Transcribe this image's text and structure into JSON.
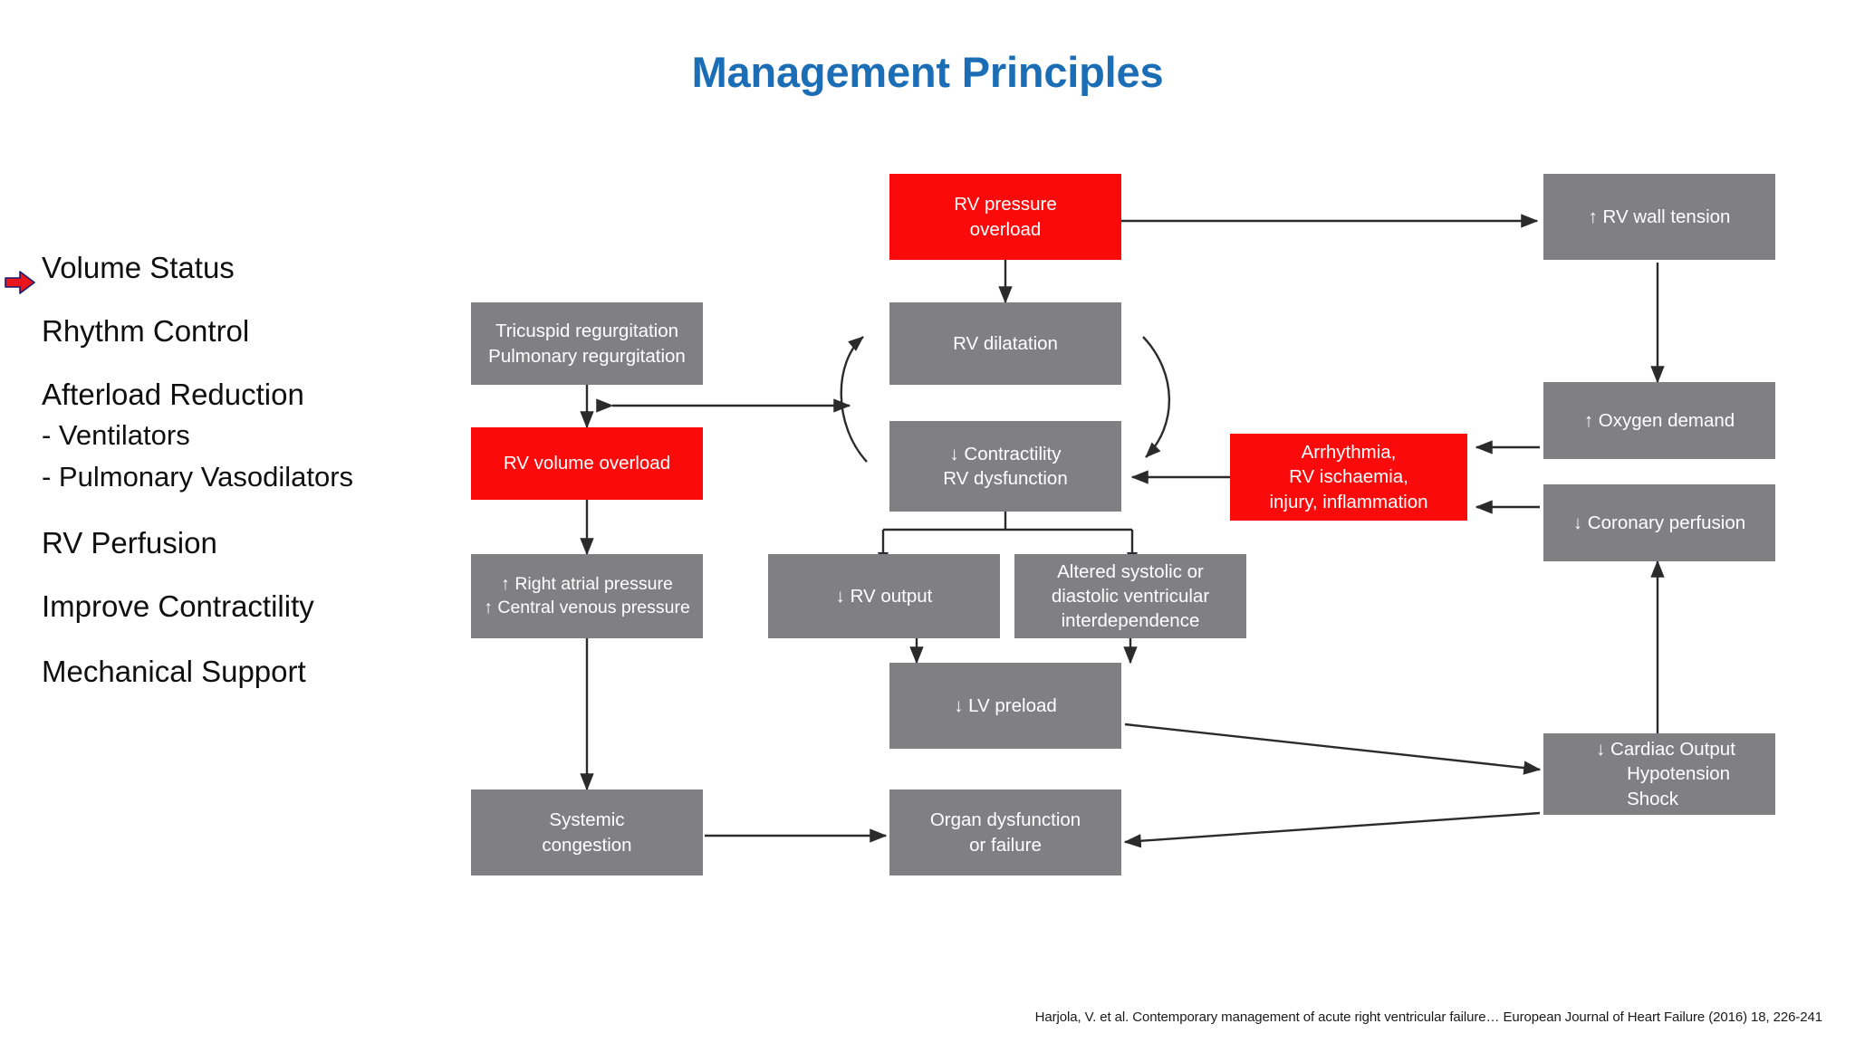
{
  "slide": {
    "title": "Management Principles",
    "citation": "Harjola, V. et al. Contemporary management of acute right ventricular failure… European Journal of Heart Failure (2016) 18, 226-241"
  },
  "colors": {
    "title_blue": "#1B6EB5",
    "node_gray": "#808082",
    "node_red": "#FA0A0A",
    "arrow_dark": "#2b2b2b",
    "bullet_red": "#E8151B"
  },
  "agenda": {
    "bullet_icon": "red-right-arrow-icon",
    "items": [
      {
        "label": "Volume Status",
        "marked": true
      },
      {
        "label": "Rhythm Control",
        "marked": false
      },
      {
        "label": "Afterload Reduction",
        "marked": false
      },
      {
        "label": " - Ventilators",
        "marked": false,
        "sub": true
      },
      {
        "label": " - Pulmonary Vasodilators",
        "marked": false,
        "sub": true
      },
      {
        "label": "RV Perfusion",
        "marked": false
      },
      {
        "label": "Improve Contractility",
        "marked": false
      },
      {
        "label": "Mechanical Support",
        "marked": false
      }
    ]
  },
  "diagram": {
    "nodes": [
      {
        "id": "rv-pressure-overload",
        "color": "red",
        "lines": [
          "RV pressure",
          "overload"
        ]
      },
      {
        "id": "rv-wall-tension",
        "color": "gray",
        "lines": [
          "↑ RV wall tension"
        ]
      },
      {
        "id": "tricuspid-regurgitation",
        "color": "gray",
        "lines": [
          "Tricuspid regurgitation",
          "Pulmonary regurgitation"
        ]
      },
      {
        "id": "rv-dilatation",
        "color": "gray",
        "lines": [
          "RV dilatation"
        ]
      },
      {
        "id": "rv-volume-overload",
        "color": "red",
        "lines": [
          "RV volume overload"
        ]
      },
      {
        "id": "contractility-rv-dysfunction",
        "color": "gray",
        "lines": [
          "↓ Contractility",
          "RV dysfunction"
        ]
      },
      {
        "id": "arrhythmia-ischaemia",
        "color": "red",
        "lines": [
          "Arrhythmia,",
          "RV ischaemia,",
          "injury, inflammation"
        ]
      },
      {
        "id": "oxygen-demand",
        "color": "gray",
        "lines": [
          "↑ Oxygen demand"
        ]
      },
      {
        "id": "coronary-perfusion",
        "color": "gray",
        "lines": [
          "↓ Coronary perfusion"
        ]
      },
      {
        "id": "right-atrial-pressure",
        "color": "gray",
        "lines": [
          "↑ Right atrial pressure",
          "↑ Central venous pressure"
        ]
      },
      {
        "id": "rv-output",
        "color": "gray",
        "lines": [
          "↓ RV output"
        ]
      },
      {
        "id": "ventricular-interdependence",
        "color": "gray",
        "lines": [
          "Altered systolic or",
          "diastolic ventricular",
          "interdependence"
        ]
      },
      {
        "id": "lv-preload",
        "color": "gray",
        "lines": [
          "↓ LV preload"
        ]
      },
      {
        "id": "cardiac-output-shock",
        "color": "gray",
        "lines": [
          "↓  Cardiac Output",
          "Hypotension",
          "Shock"
        ]
      },
      {
        "id": "systemic-congestion",
        "color": "gray",
        "lines": [
          "Systemic",
          "congestion"
        ]
      },
      {
        "id": "organ-dysfunction",
        "color": "gray",
        "lines": [
          "Organ dysfunction",
          "or failure"
        ]
      }
    ]
  }
}
